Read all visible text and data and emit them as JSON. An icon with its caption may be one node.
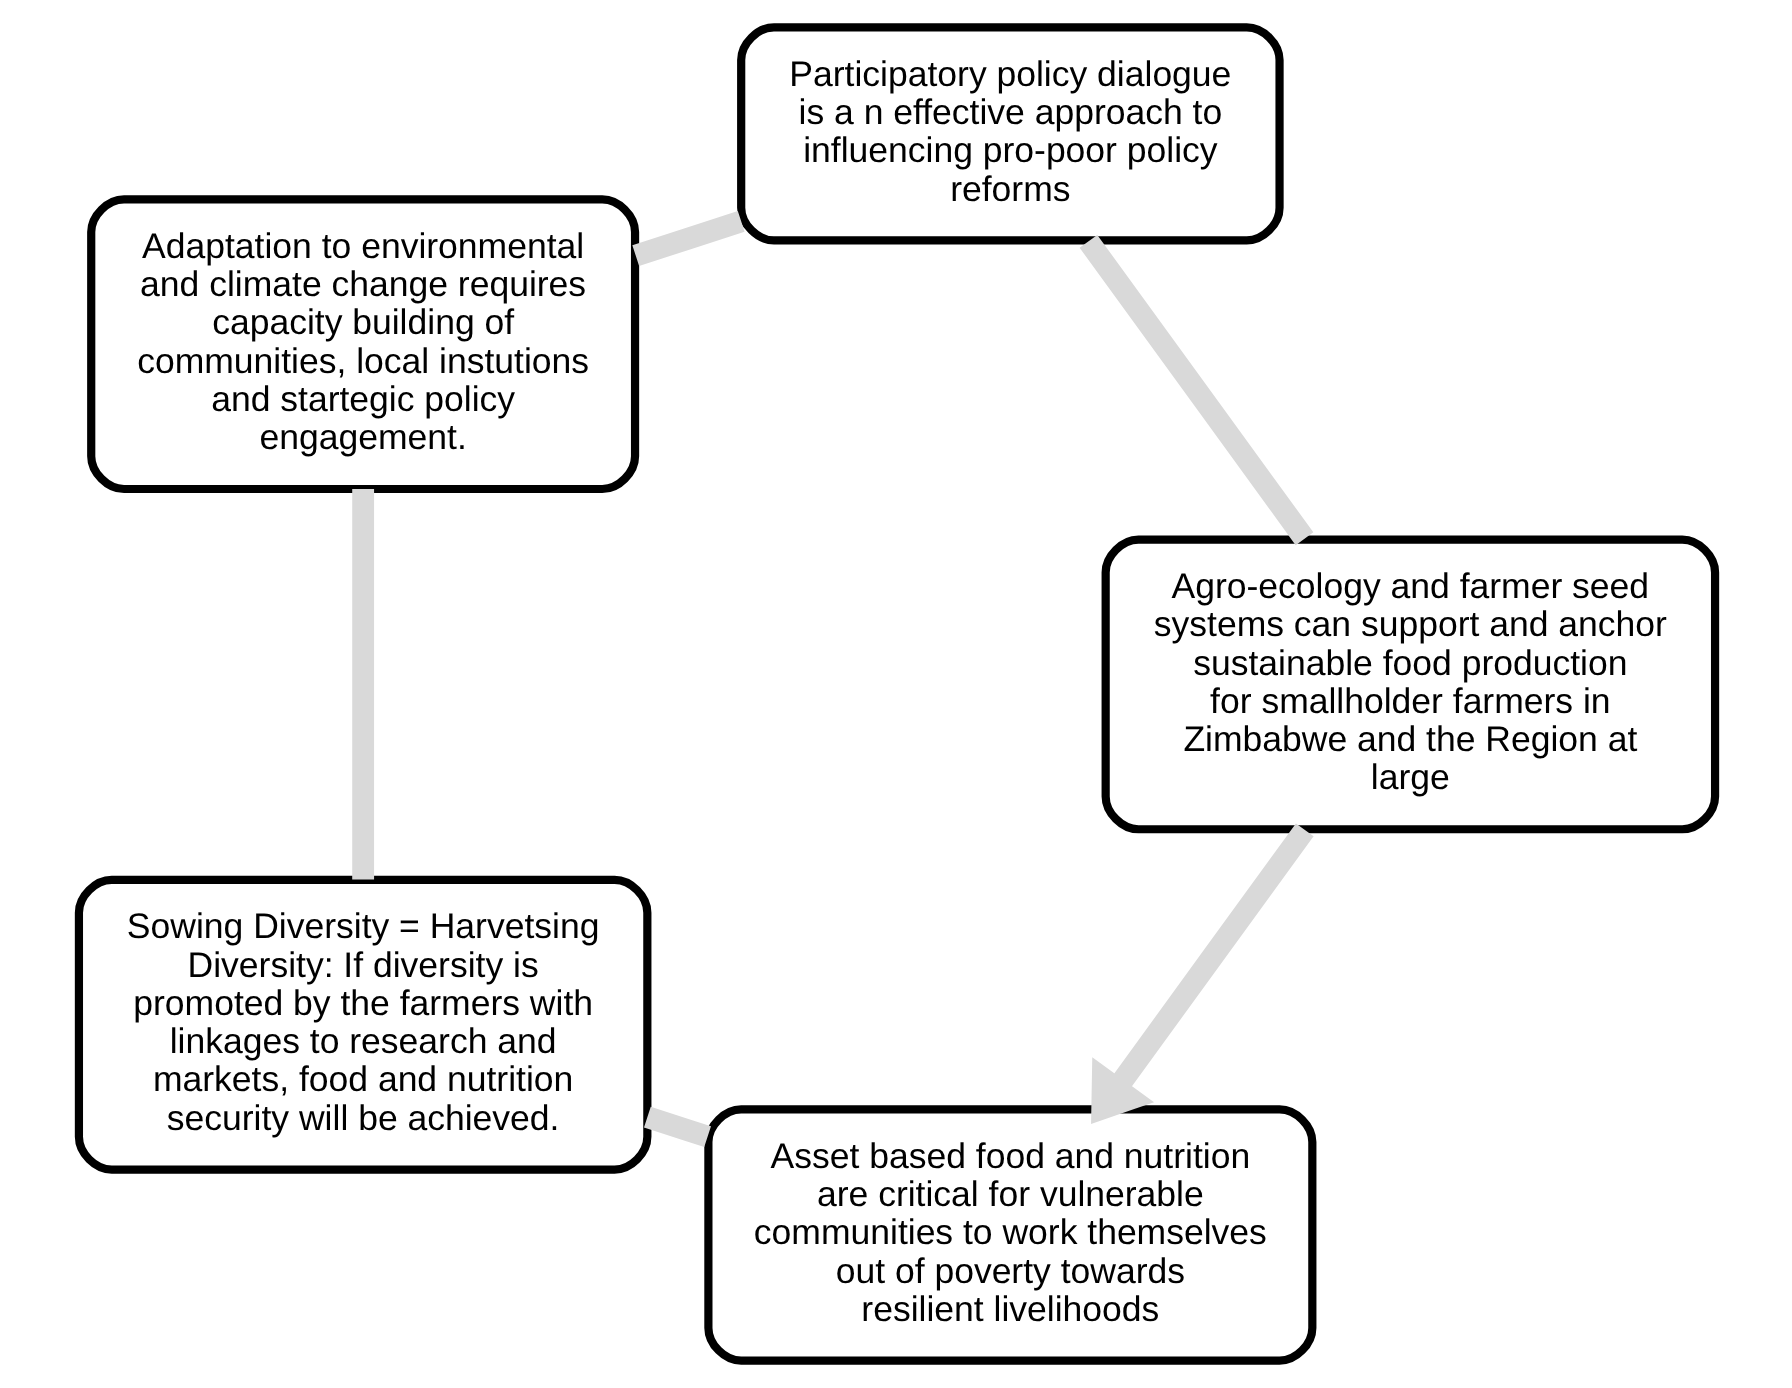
{
  "diagram": {
    "nodes": [
      {
        "text": [
          "Asset based food and nutrition are critical for vulnerable communities to work themselves out of poverty towards resilient livelihoods"
        ]
      },
      {
        "text": [
          "Agro-ecology and farmer seed systems can support and anchor sustainable food production for smallholder farmers in Zimbabwe and the Region at large"
        ]
      },
      {
        "text": [
          "Sowing Diversity = Harvetsing Diversity: If diversity is promoted by the farmers with linkages to research and markets, food and nutrition security will be achieved."
        ]
      },
      {
        "text": [
          "Participatory policy dialogue is a n effective approach to influencing pro-poor policy reforms"
        ]
      },
      {
        "text": [
          "Adaptation to environmental and climate change requires capacity building of communities, local instutions and startegic policy engagement."
        ]
      }
    ],
    "edges": [
      {
        "from": 0,
        "to": 2,
        "arrow": "none",
        "color": "#d9d9d9"
      },
      {
        "from": 2,
        "to": 4,
        "arrow": "none",
        "color": "#d9d9d9"
      },
      {
        "from": 4,
        "to": 3,
        "arrow": "none",
        "color": "#d9d9d9"
      },
      {
        "from": 3,
        "to": 1,
        "arrow": "none",
        "color": "#d9d9d9"
      },
      {
        "from": 1,
        "to": 0,
        "arrow": "to",
        "color": "#d9d9d9"
      }
    ]
  }
}
